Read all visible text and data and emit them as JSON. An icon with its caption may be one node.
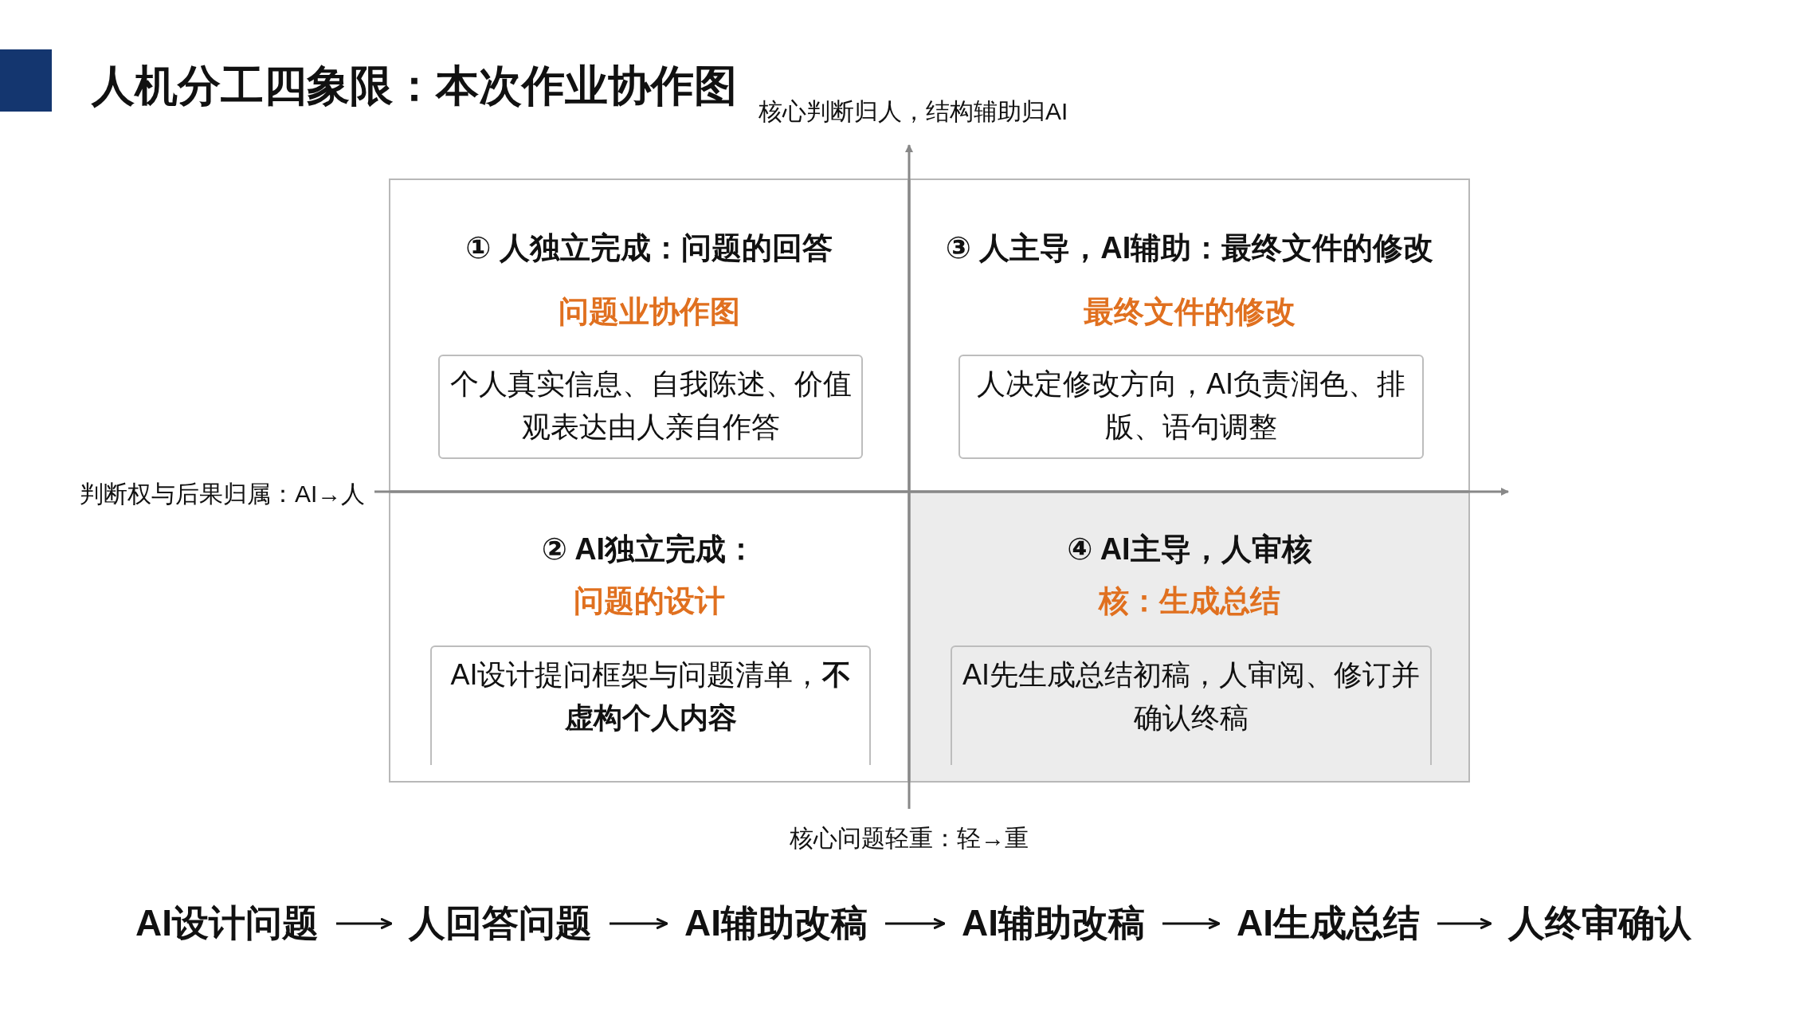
{
  "diagram": {
    "title": "人机分工四象限：本次作业协作图",
    "nodes": [
      {
        "text": [
          "① 人独立完成：问题的回答",
          "问题业协作图"
        ]
      },
      {
        "text": [
          "个人真实信息、自我陈述、价值观表达由人亲自作答"
        ],
        "in": 0
      },
      {
        "text": [
          "② AI独立完成：",
          "问题的设计"
        ]
      },
      {
        "text": [
          "AI设计提问框架与问题清单，**不虚构个人内容**"
        ],
        "in": 2
      },
      {
        "text": [
          "③ 人主导，AI辅助：最终文件的修改",
          "最终文件的修改"
        ]
      },
      {
        "text": [
          "人决定修改方向，AI负责润色、排版、语句调整"
        ],
        "in": 4
      },
      {
        "text": [
          "④ AI主导，人审核",
          "核：生成总结"
        ]
      },
      {
        "text": [
          "AI先生成总结初稿，人审阅、修订并确认终稿"
        ],
        "in": 6
      },
      {
        "text": [
          "AI设计问题"
        ]
      },
      {
        "text": [
          "人回答问题"
        ]
      },
      {
        "text": [
          "AI辅助改稿"
        ]
      },
      {
        "text": [
          "AI辅助改稿"
        ]
      },
      {
        "text": [
          "AI生成总结"
        ]
      },
      {
        "text": [
          "人终审确认"
        ]
      }
    ],
    "edges": [
      {
        "from": 8,
        "to": 9,
        "arrow": "to"
      },
      {
        "from": 9,
        "to": 10,
        "arrow": "to"
      },
      {
        "from": 10,
        "to": 11,
        "arrow": "to"
      },
      {
        "from": 11,
        "to": 12,
        "arrow": "to"
      },
      {
        "from": 12,
        "to": 13,
        "arrow": "to"
      }
    ],
    "labels": [
      "核心判断归人，结构辅助归AI",
      "判断权与后果归属：AI→人",
      "核心问题轻重：轻→重"
    ]
  }
}
